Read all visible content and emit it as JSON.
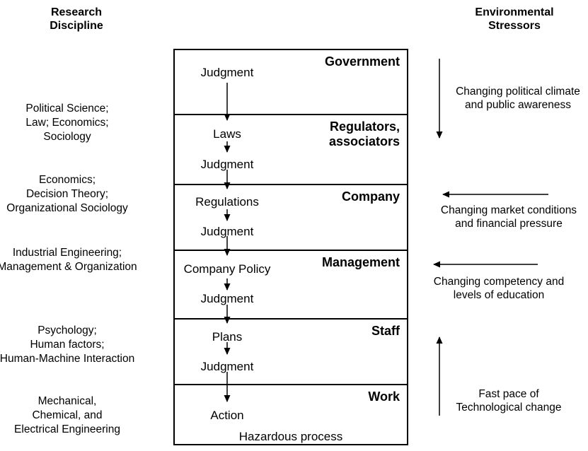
{
  "colors": {
    "background": "#ffffff",
    "foreground": "#000000"
  },
  "headers": {
    "research_discipline": "Research\nDiscipline",
    "environmental_stressors": "Environmental\nStressors"
  },
  "research_disciplines": [
    "Political Science;\nLaw; Economics;\nSociology",
    "Economics;\nDecision Theory;\nOrganizational Sociology",
    "Industrial Engineering;\nManagement & Organization",
    "Psychology;\nHuman factors;\nHuman-Machine Interaction",
    "Mechanical,\nChemical, and\nElectrical Engineering"
  ],
  "levels": [
    {
      "name": "Government",
      "flow": [
        "Judgment"
      ]
    },
    {
      "name": "Regulators,\nassociators",
      "flow": [
        "Laws",
        "Judgment"
      ]
    },
    {
      "name": "Company",
      "flow": [
        "Regulations",
        "Judgment"
      ]
    },
    {
      "name": "Management",
      "flow": [
        "Company Policy",
        "Judgment"
      ]
    },
    {
      "name": "Staff",
      "flow": [
        "Plans",
        "Judgment"
      ]
    },
    {
      "name": "Work",
      "flow": [
        "Action"
      ]
    }
  ],
  "hazard_label": "Hazardous process",
  "stressors": [
    {
      "text": "Changing political climate\nand public awareness",
      "arrow_direction": "down"
    },
    {
      "text": "Changing market conditions\nand financial pressure",
      "arrow_direction": "left"
    },
    {
      "text": "Changing competency and\nlevels of education",
      "arrow_direction": "left"
    },
    {
      "text": "Fast pace of\nTechnological change",
      "arrow_direction": "up"
    }
  ]
}
